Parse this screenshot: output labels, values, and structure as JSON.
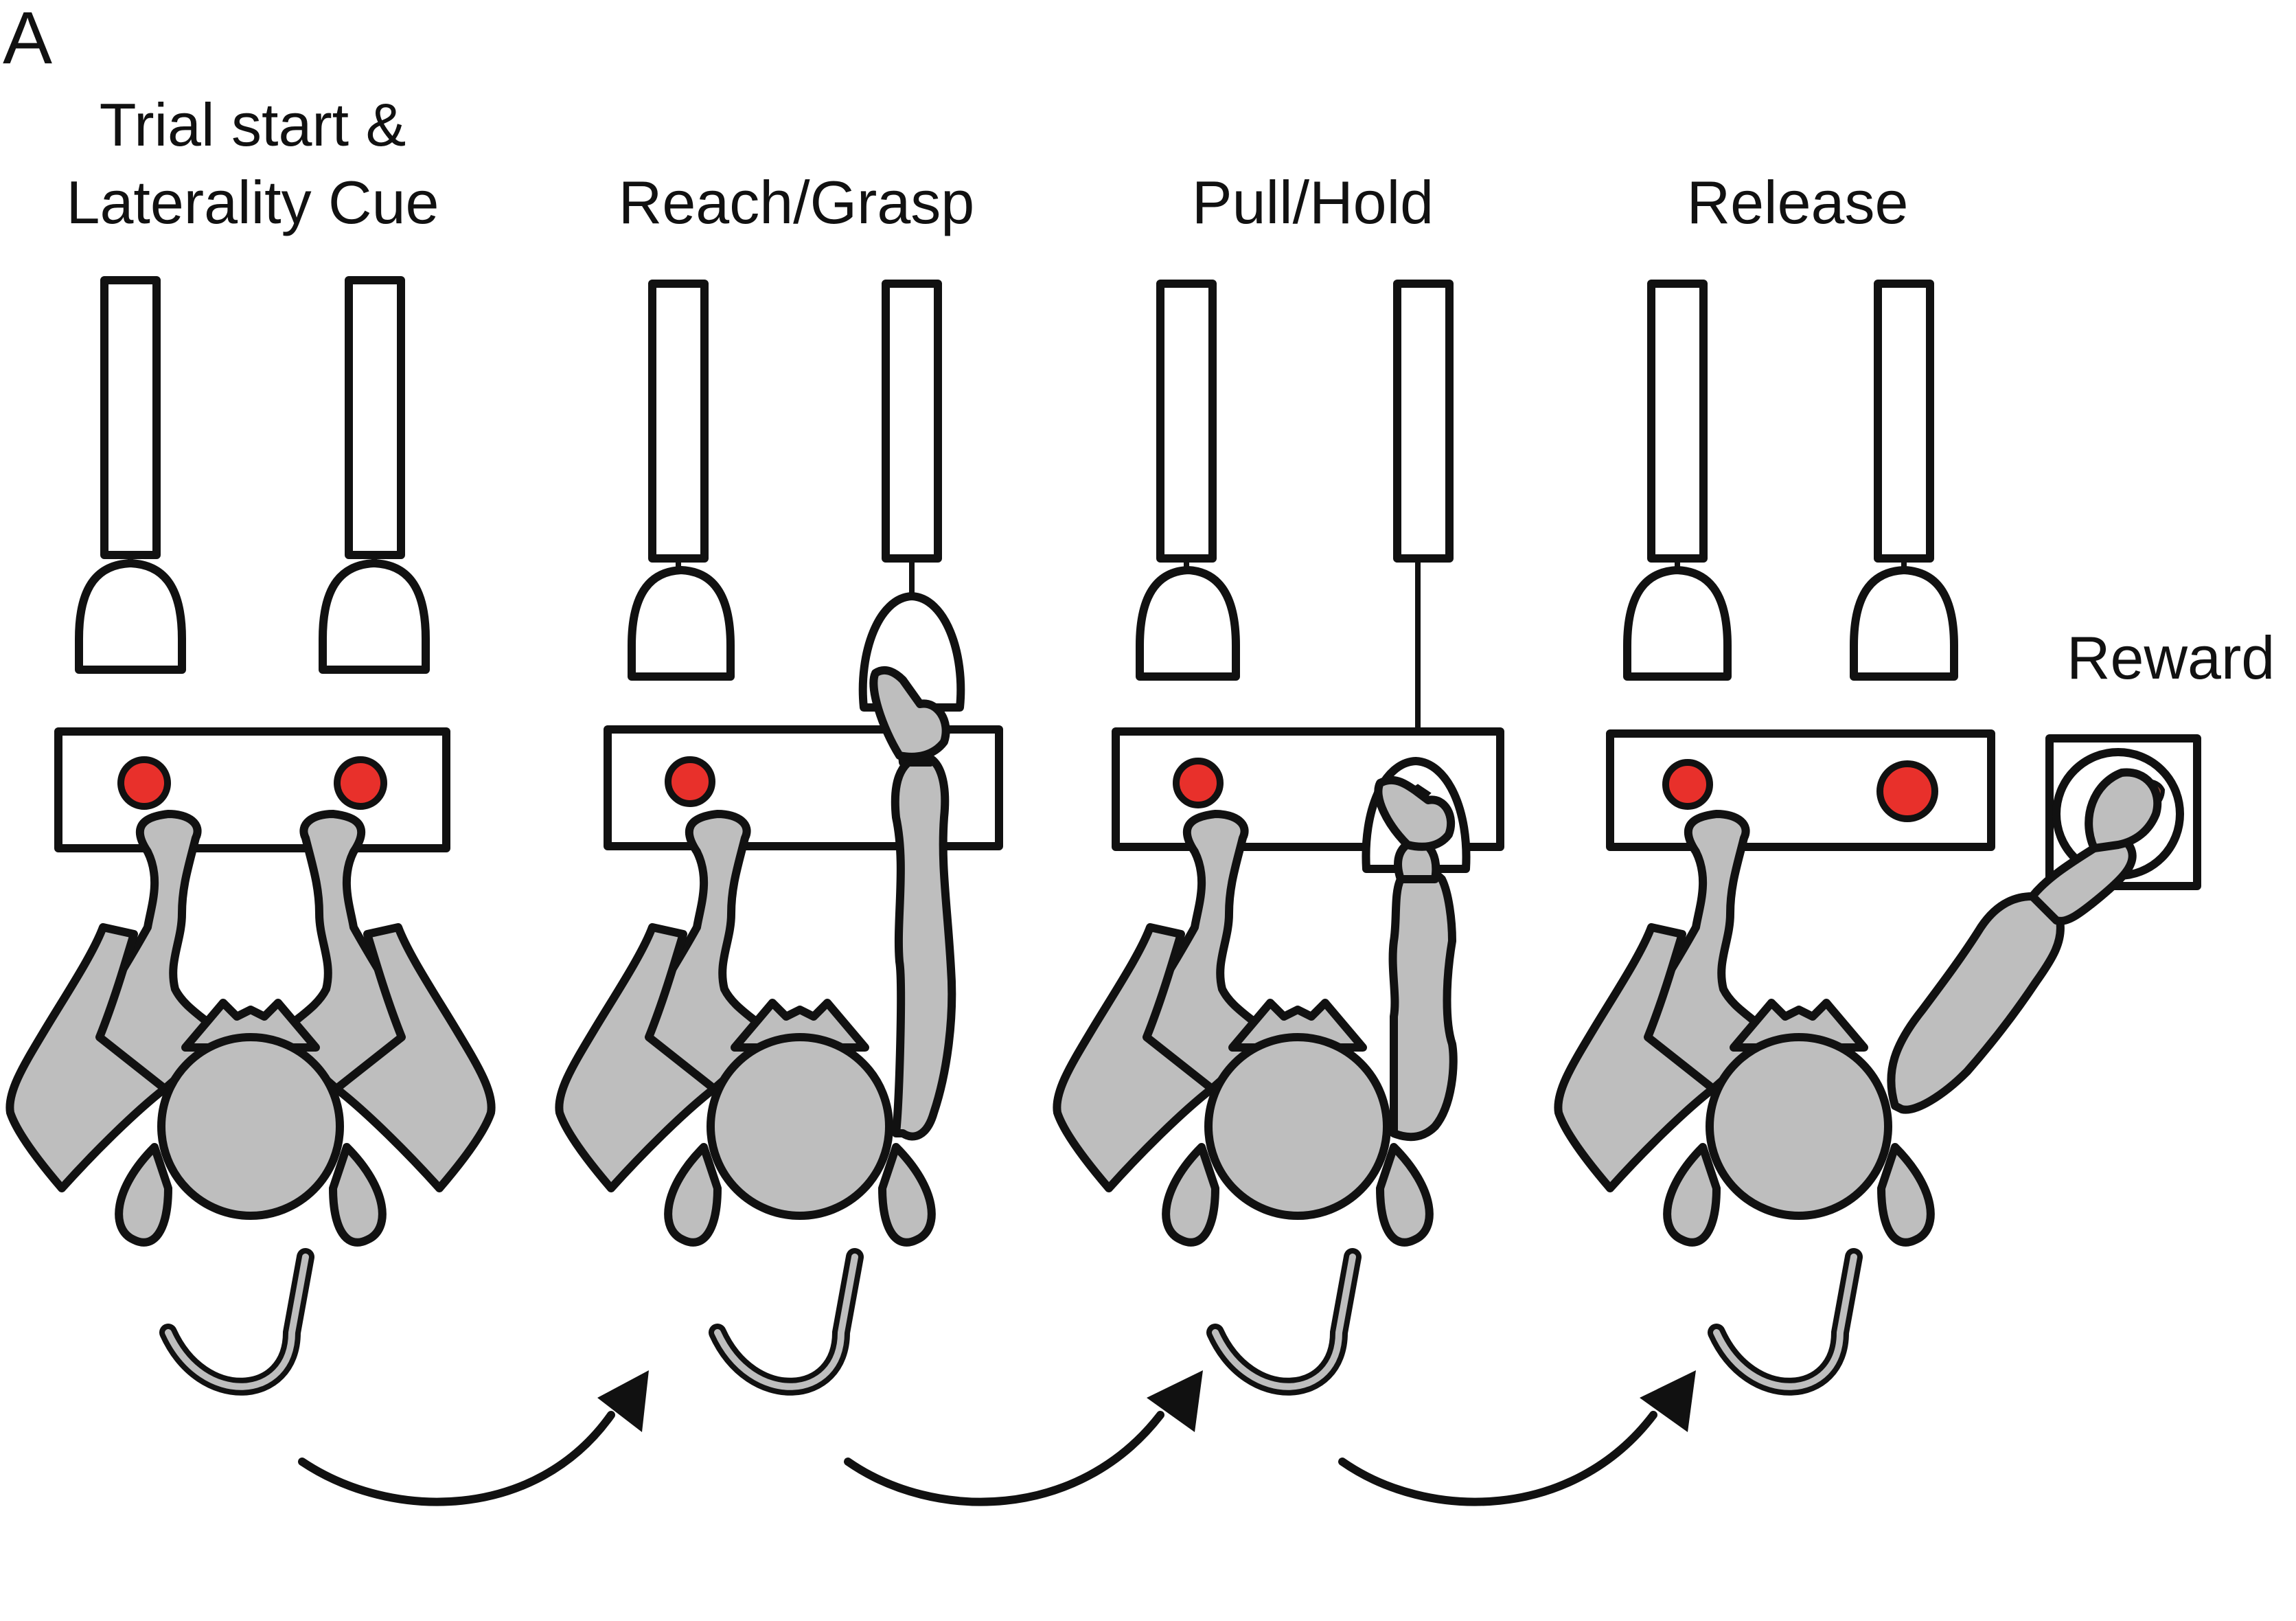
{
  "figure": {
    "panel_label": "A",
    "reward_label": "Reward",
    "stages": [
      {
        "title_lines": [
          "Trial start &",
          "Laterality Cue"
        ]
      },
      {
        "title_lines": [
          "Reach/Grasp"
        ]
      },
      {
        "title_lines": [
          "Pull/Hold"
        ]
      },
      {
        "title_lines": [
          "Release"
        ]
      }
    ],
    "colors": {
      "outline": "#111111",
      "body": "#bebebe",
      "cue": "#e8302b",
      "reward": "#8b4a3a",
      "background": "#ffffff"
    },
    "icons": [
      "monkey-body",
      "handle-slot",
      "d-shaped-handle",
      "cue-light",
      "curved-arrow",
      "reward-cup"
    ]
  }
}
